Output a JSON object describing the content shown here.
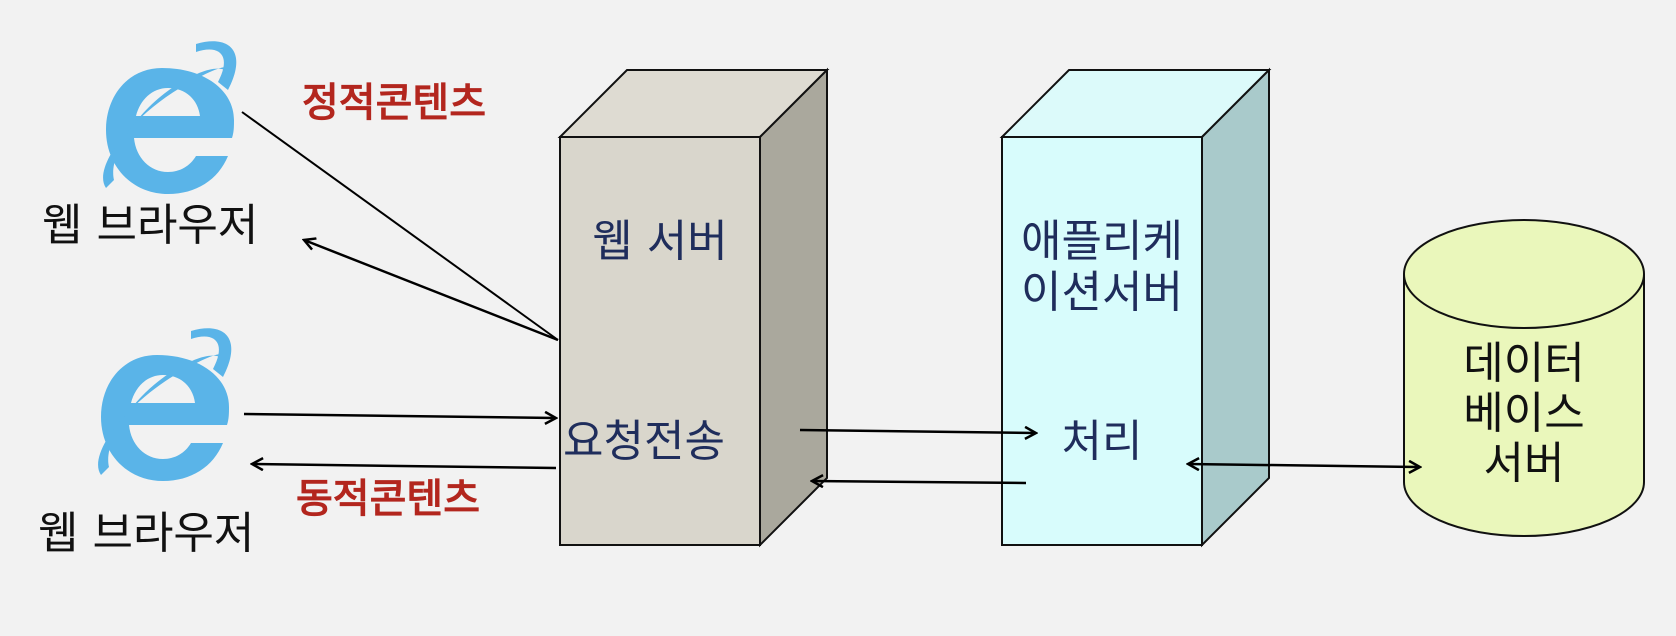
{
  "colors": {
    "background": "#f2f2f2",
    "web_server_front": "#d9d6cc",
    "web_server_top": "#dedbd2",
    "web_server_side": "#aaa89d",
    "app_server_front": "#d8fcfc",
    "app_server_top": "#dcfafa",
    "app_server_side": "#a9cacb",
    "database": "#eaf7bb",
    "browser_icon": "#5ab4e8",
    "red_label": "#b3261e",
    "navy_label": "#1f2d5c"
  },
  "browsers": [
    {
      "icon": "internet-explorer-icon",
      "label": "웹 브라우저"
    },
    {
      "icon": "internet-explorer-icon",
      "label": "웹 브라우저"
    }
  ],
  "flows": {
    "static_content": "정적콘텐츠",
    "dynamic_content": "동적콘텐츠"
  },
  "web_server": {
    "title": "웹 서버",
    "action": "요청전송"
  },
  "app_server": {
    "title_line1": "애플리케",
    "title_line2": "이션서버",
    "action": "처리"
  },
  "database": {
    "line1": "데이터",
    "line2": "베이스",
    "line3": "서버"
  }
}
